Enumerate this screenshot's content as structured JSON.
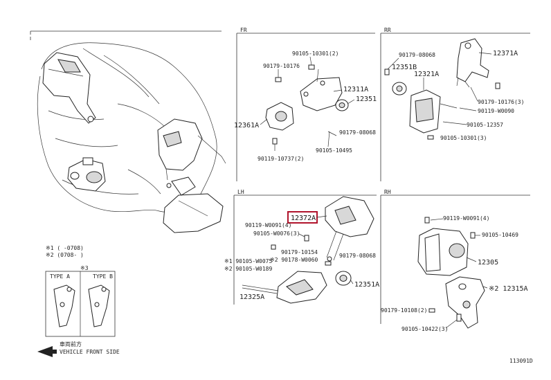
{
  "sections": {
    "fr": "FR",
    "rr": "RR",
    "lh": "LH",
    "rh": "RH"
  },
  "highlight": {
    "label": "12372A",
    "color": "#b0132b"
  },
  "fr_labels": {
    "a": "90105-10301(2)",
    "b": "90179-10176",
    "c": "12311A",
    "d": "12351",
    "e": "12361A",
    "f": "90179-08068",
    "g": "90105-10495",
    "h": "90119-10737(2)"
  },
  "rr_labels": {
    "a": "90179-08068",
    "b": "12371A",
    "c": "12351B",
    "d": "12321A",
    "e": "90179-10176(3)",
    "f": "90119-W0090",
    "g": "90105-12357",
    "h": "90105-10301(3)"
  },
  "lh_labels": {
    "a": "90119-W0091(4)",
    "b": "90105-W0076(3)",
    "c": "90179-10154",
    "d": "※2 90178-W0060",
    "e": "90179-08068",
    "f": "※1 90105-W0075",
    "g": "※2 90105-W0189",
    "h": "12351A",
    "i": "12325A"
  },
  "rh_labels": {
    "a": "90119-W0091(4)",
    "b": "90105-10469",
    "c": "12305",
    "d": "※2 12315A",
    "e": "90179-10108(2)",
    "f": "90105-10422(3)"
  },
  "notes": {
    "n1": "※1 (   -0708)",
    "n2": "※2 (0708-   )",
    "box_ref": "※3",
    "type_a": "TYPE A",
    "type_b": "TYPE B"
  },
  "footer": {
    "front_jp": "車両前方",
    "front_en": "VEHICLE FRONT SIDE",
    "diagram_code": "113091D"
  }
}
